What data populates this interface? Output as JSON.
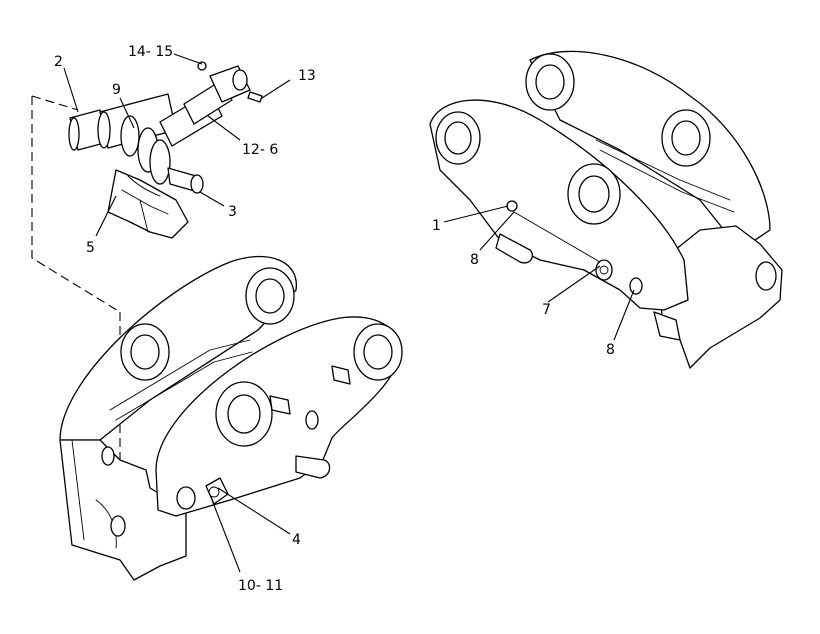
{
  "diagram": {
    "callouts": [
      {
        "id": "c-2",
        "text": "2"
      },
      {
        "id": "c-9",
        "text": "9"
      },
      {
        "id": "c-14-15",
        "text": "14- 15"
      },
      {
        "id": "c-13",
        "text": "13"
      },
      {
        "id": "c-12-6",
        "text": "12- 6"
      },
      {
        "id": "c-3",
        "text": "3"
      },
      {
        "id": "c-5",
        "text": "5"
      },
      {
        "id": "c-4",
        "text": "4"
      },
      {
        "id": "c-10-11",
        "text": "10- 11"
      },
      {
        "id": "c-1",
        "text": "1"
      },
      {
        "id": "c-8a",
        "text": "8"
      },
      {
        "id": "c-7",
        "text": "7"
      },
      {
        "id": "c-8b",
        "text": "8"
      }
    ]
  }
}
